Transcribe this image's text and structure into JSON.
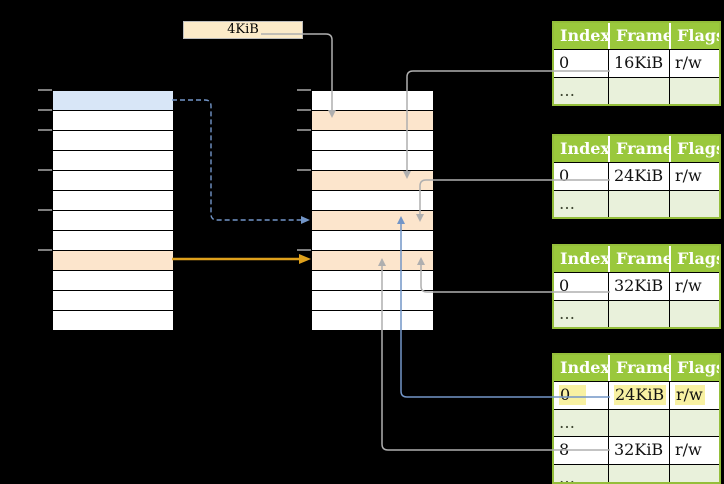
{
  "size_label": {
    "text": "4KiB"
  },
  "left_memory_column": {
    "rows": 12,
    "blue_row_index": 0,
    "orange_row_index": 8,
    "tick_ys": [
      90,
      110,
      130,
      170,
      210,
      250
    ]
  },
  "middle_memory_column": {
    "rows": 12,
    "orange_row_indexes": [
      1,
      4,
      6,
      8
    ],
    "tick_ys": [
      90,
      110,
      130,
      170,
      250
    ]
  },
  "page_tables": [
    {
      "headers": [
        "Index",
        "Frame",
        "Flags"
      ],
      "rows": [
        [
          "0",
          "16KiB",
          "r/w"
        ],
        [
          "…",
          "",
          ""
        ]
      ]
    },
    {
      "headers": [
        "Index",
        "Frame",
        "Flags"
      ],
      "rows": [
        [
          "0",
          "24KiB",
          "r/w"
        ],
        [
          "…",
          "",
          ""
        ]
      ]
    },
    {
      "headers": [
        "Index",
        "Frame",
        "Flags"
      ],
      "rows": [
        [
          "0",
          "32KiB",
          "r/w"
        ],
        [
          "…",
          "",
          ""
        ]
      ]
    },
    {
      "headers": [
        "Index",
        "Frame",
        "Flags"
      ],
      "rows": [
        [
          "0",
          "24KiB",
          "r/w"
        ],
        [
          "…",
          "",
          ""
        ],
        [
          "8",
          "32KiB",
          "r/w"
        ],
        [
          "…",
          "",
          ""
        ]
      ],
      "highlighted_row_index": 0
    }
  ],
  "connections": [
    {
      "from": "size-label-4KiB",
      "to": "middle-row-2",
      "color": "gray",
      "style": "solid"
    },
    {
      "from": "page-table-1-entry-0",
      "to": "middle-row-5",
      "color": "gray",
      "style": "solid"
    },
    {
      "from": "page-table-2-entry-0",
      "to": "middle-row-7",
      "color": "gray",
      "style": "solid"
    },
    {
      "from": "page-table-3-entry-0",
      "to": "middle-row-9",
      "color": "gray",
      "style": "solid"
    },
    {
      "from": "page-table-4-entry-0",
      "to": "middle-row-7",
      "color": "blue",
      "style": "solid"
    },
    {
      "from": "page-table-4-entry-8",
      "to": "middle-row-9",
      "color": "gray",
      "style": "solid"
    },
    {
      "from": "left-row-1",
      "to": "middle-row-7",
      "color": "blue",
      "style": "dashed"
    },
    {
      "from": "left-row-9",
      "to": "middle-row-9",
      "color": "orange",
      "style": "solid"
    }
  ],
  "colors": {
    "background": "#000000",
    "header_green": "#9AC83C",
    "border_green": "#94BE3A",
    "alt_row_green": "#E9F1DB",
    "cell_blue": "#D8E6F7",
    "cell_orange": "#FCE5CC",
    "label_cream": "#FCEBC9",
    "highlight_yellow": "#F8F1A2",
    "arrow_gray": "#AFAFAF",
    "arrow_blue": "#7295C7",
    "arrow_orange": "#DFA11C"
  }
}
